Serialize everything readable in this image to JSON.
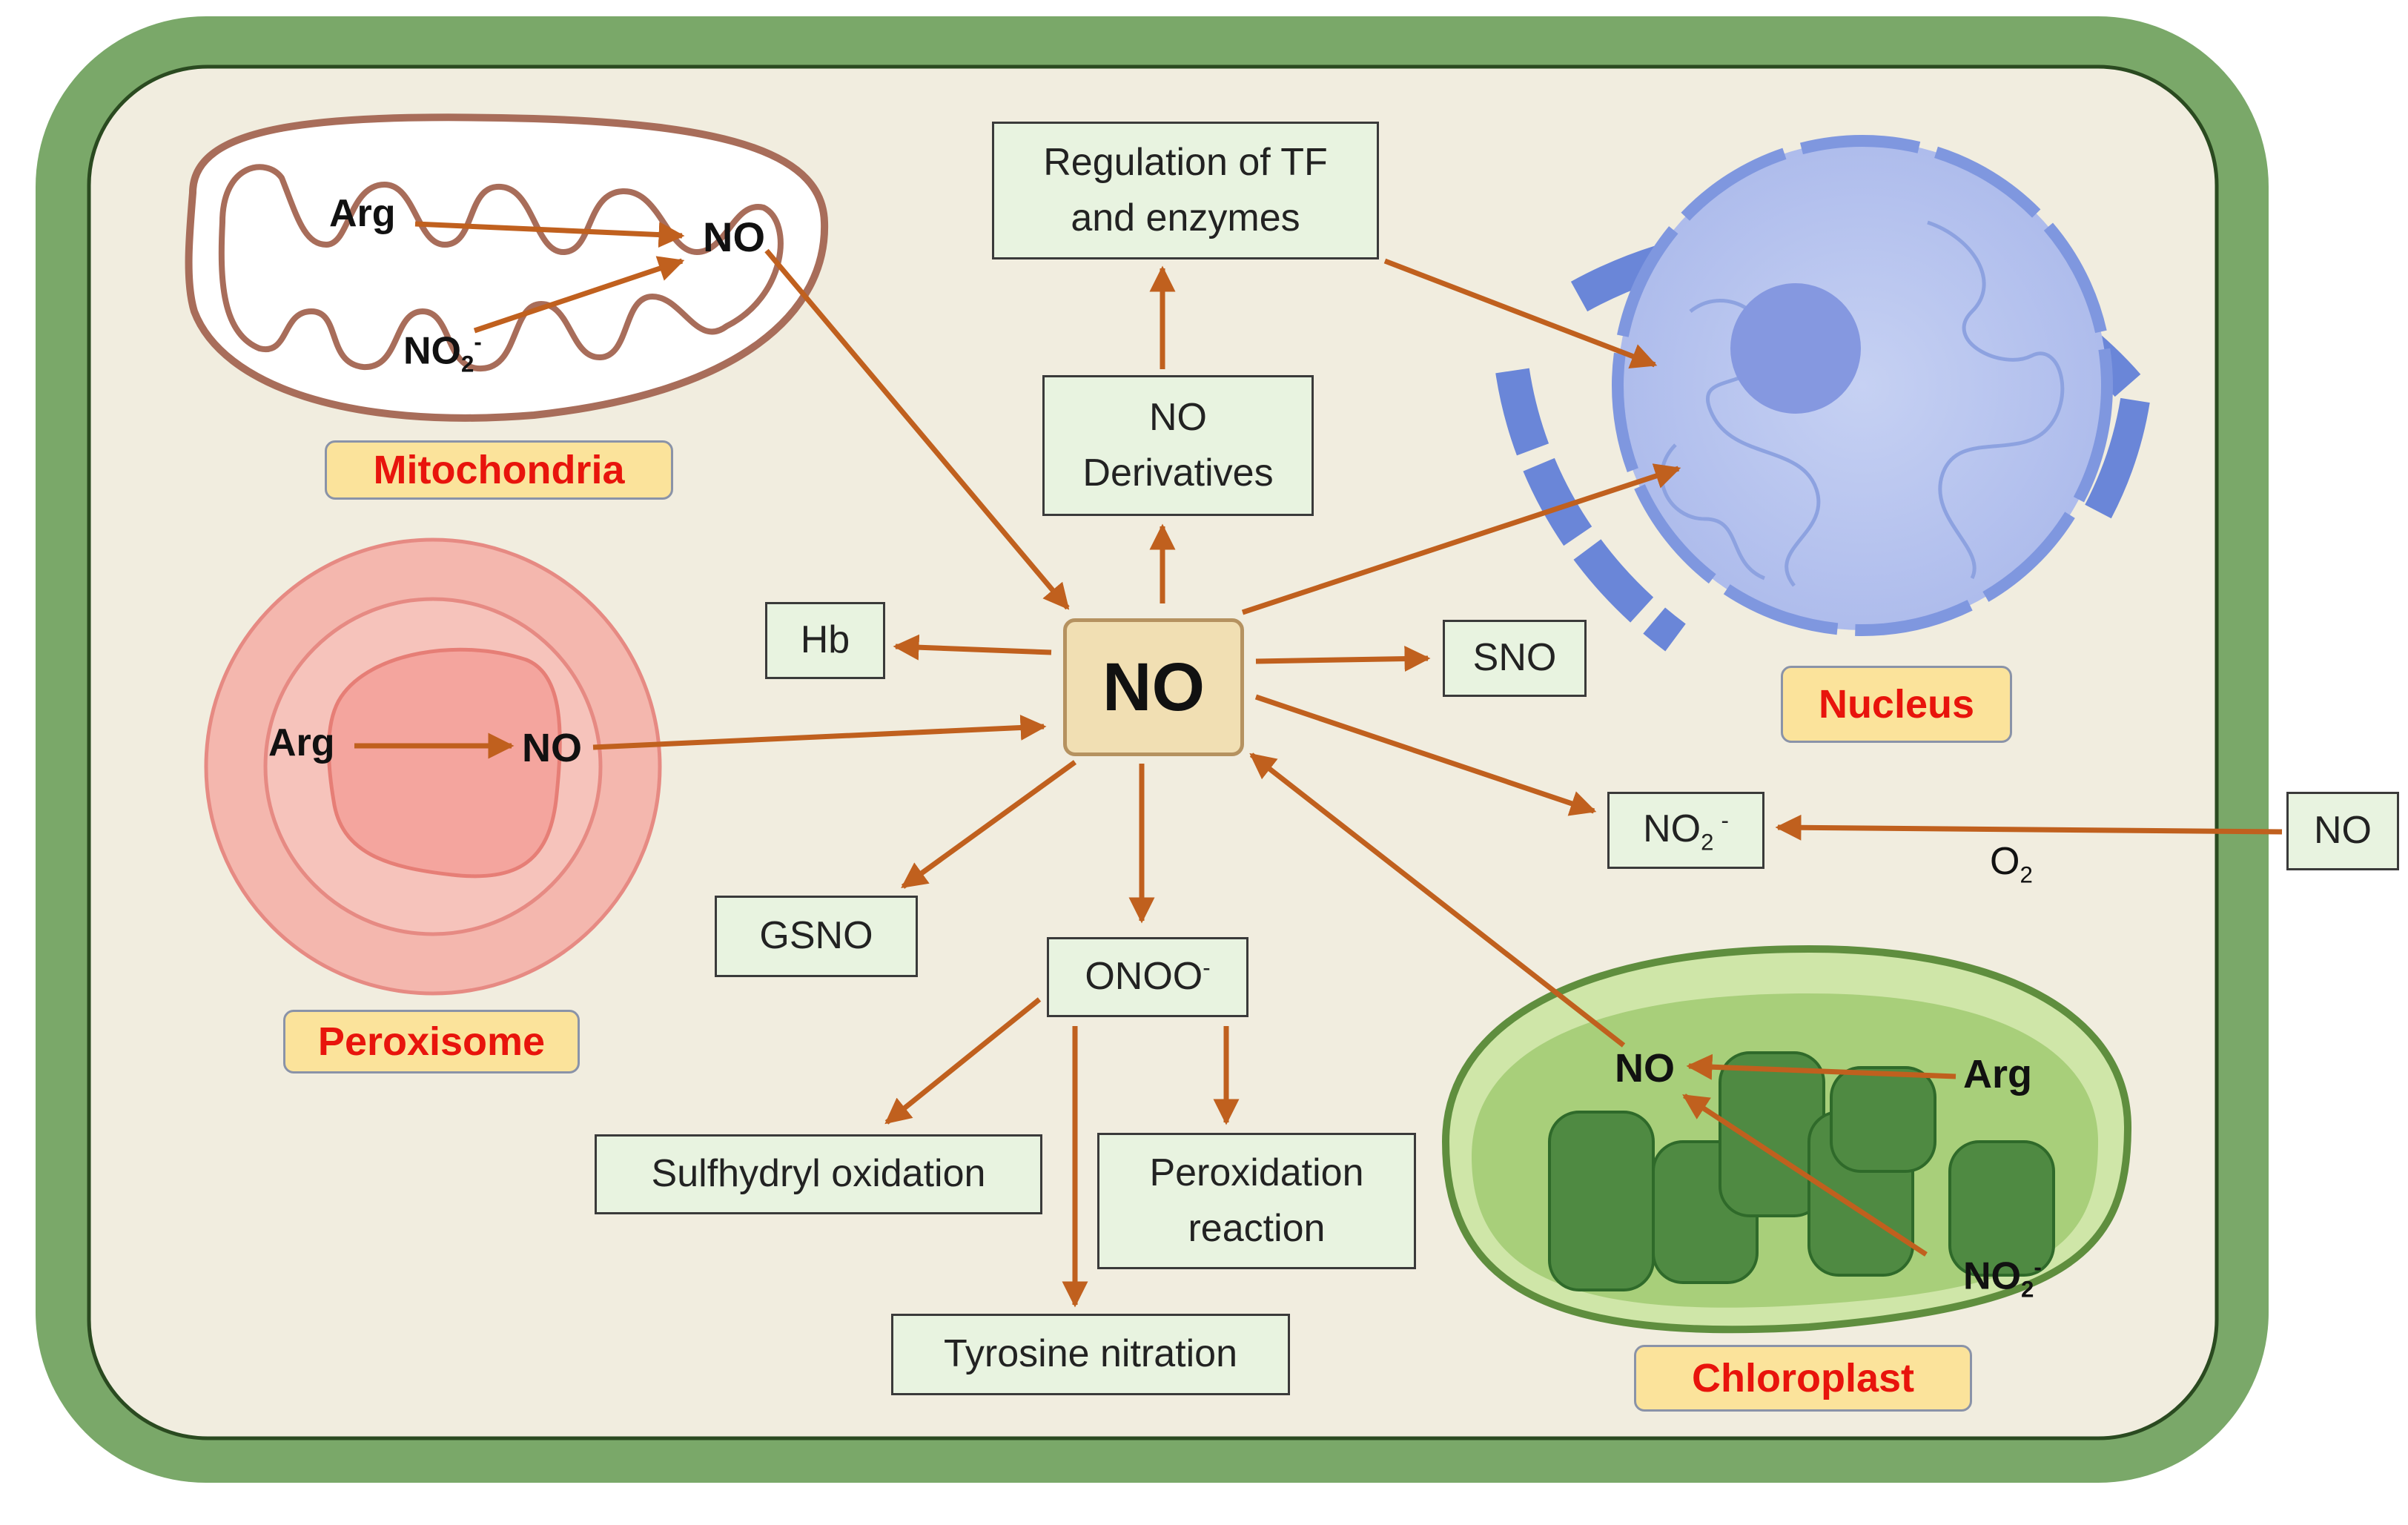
{
  "colors": {
    "cell_wall": "#7aa869",
    "cytoplasm": "#f1eddf",
    "arrow": "#c0601e",
    "box_fill": "#e8f3e0",
    "label_fill": "#fbe39b",
    "label_text": "#e8140c",
    "center_fill": "#f1dfb3"
  },
  "center": {
    "text": "NO"
  },
  "organelles": {
    "mitochondria": {
      "label": "Mitochondria",
      "arg": "Arg",
      "no": "NO",
      "no2": "NO",
      "no2_sub": "2",
      "no2_sup": "-"
    },
    "peroxisome": {
      "label": "Peroxisome",
      "arg": "Arg",
      "no": "NO"
    },
    "nucleus": {
      "label": "Nucleus"
    },
    "chloroplast": {
      "label": "Chloroplast",
      "arg": "Arg",
      "no": "NO",
      "no2": "NO",
      "no2_sub": "2",
      "no2_sup": "-"
    }
  },
  "boxes": {
    "regulation_line1": "Regulation of TF",
    "regulation_line2": "and enzymes",
    "derivatives_line1": "NO",
    "derivatives_line2": "Derivatives",
    "hb": "Hb",
    "sno": "SNO",
    "no2_box": "NO",
    "no2_box_sub": "2",
    "no2_box_sup": "-",
    "external_no": "NO",
    "o2": "O",
    "o2_sub": "2",
    "gsno": "GSNO",
    "onoo": "ONOO",
    "onoo_sup": "-",
    "sulfhydryl": "Sulfhydryl oxidation",
    "peroxidation_line1": "Peroxidation",
    "peroxidation_line2": "reaction",
    "tyrosine": "Tyrosine nitration"
  }
}
